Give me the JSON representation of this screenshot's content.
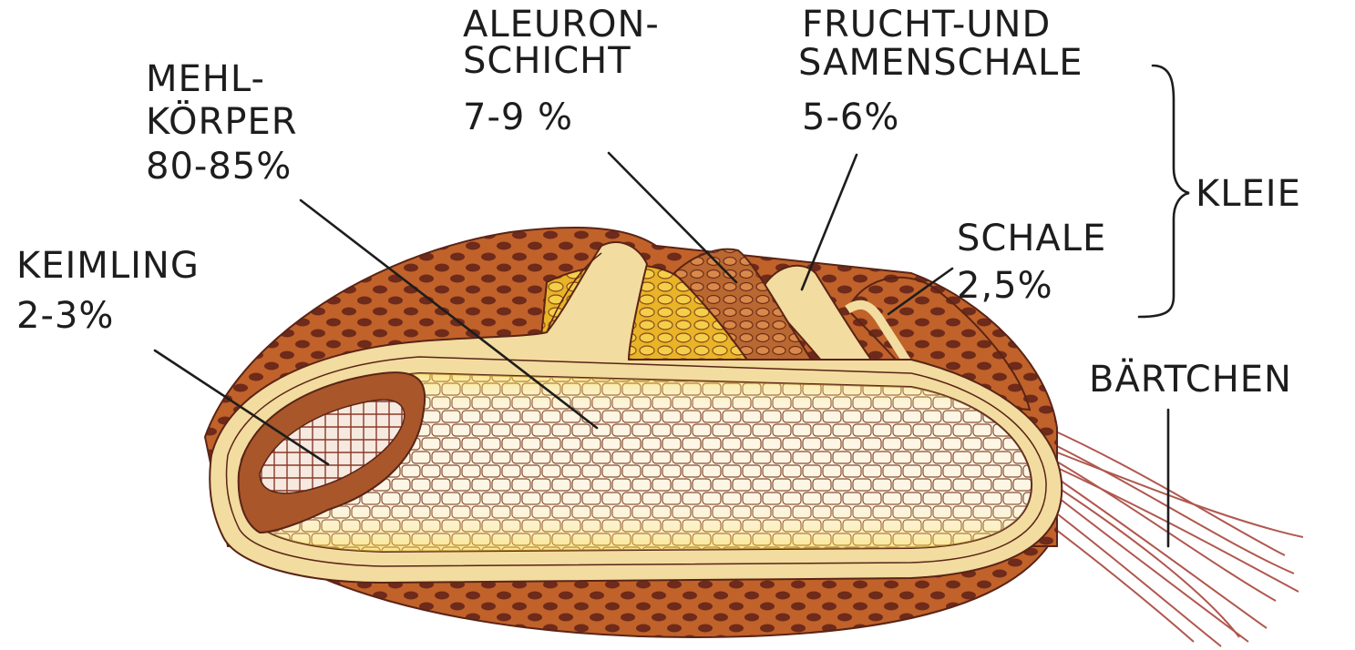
{
  "labels": {
    "mehlkoerper": {
      "line1": "MEHL-",
      "line2": "KÖRPER",
      "pct": "80-85%"
    },
    "aleuron": {
      "line1": "ALEURON-",
      "line2": "SCHICHT",
      "pct": "7-9 %"
    },
    "frucht": {
      "line1": "FRUCHT-UND",
      "line2": "SAMENSCHALE",
      "pct": "5-6%"
    },
    "kleie": "KLEIE",
    "schale": {
      "line1": "SCHALE",
      "pct": "2,5%"
    },
    "keimling": {
      "line1": "KEIMLING",
      "pct": "2-3%"
    },
    "baertchen": "BÄRTCHEN"
  },
  "colors": {
    "bran_outer": "#b8561f",
    "bran_spots": "#6e2a1a",
    "cream_layer": "#f2dca0",
    "aleurone": "#e8b428",
    "endosperm": "#fdf6e4",
    "endosperm_yellow": "#f7d740",
    "germ": "#a8562a",
    "hairs": "#b0574e",
    "ink": "#1d1d1d"
  }
}
